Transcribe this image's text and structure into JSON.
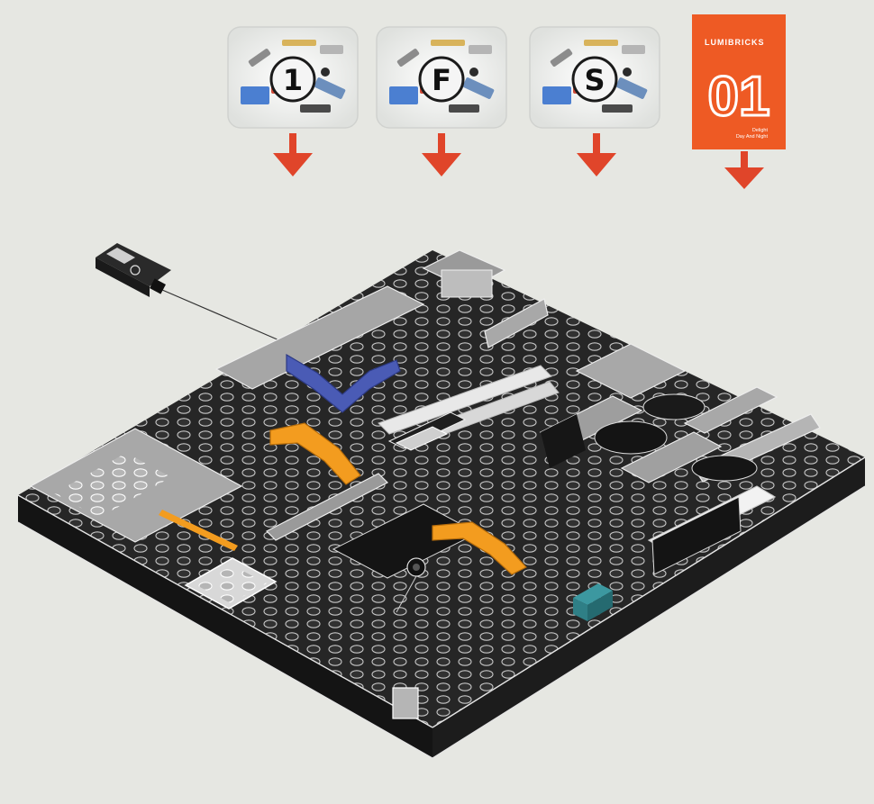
{
  "bags": [
    {
      "label": "1"
    },
    {
      "label": "F"
    },
    {
      "label": "S"
    }
  ],
  "booklet": {
    "brand": "LUMIBRICKS",
    "number": "01",
    "subtitle_line1": "Delight",
    "subtitle_line2": "Day And Night"
  },
  "colors": {
    "background": "#e6e7e2",
    "arrow": "#e0452a",
    "booklet": "#ee5a24",
    "baseplate": "#262626",
    "stud": "#3a3a3a",
    "light_gray": "#a8a8a8",
    "orange_arch": "#f39c1f",
    "blue_arch": "#4a5bb5",
    "teal_brick": "#2f7f86"
  },
  "icons": {
    "arrow": "arrow-down-icon",
    "usb": "usb-plug-icon",
    "light": "light-module-icon"
  }
}
